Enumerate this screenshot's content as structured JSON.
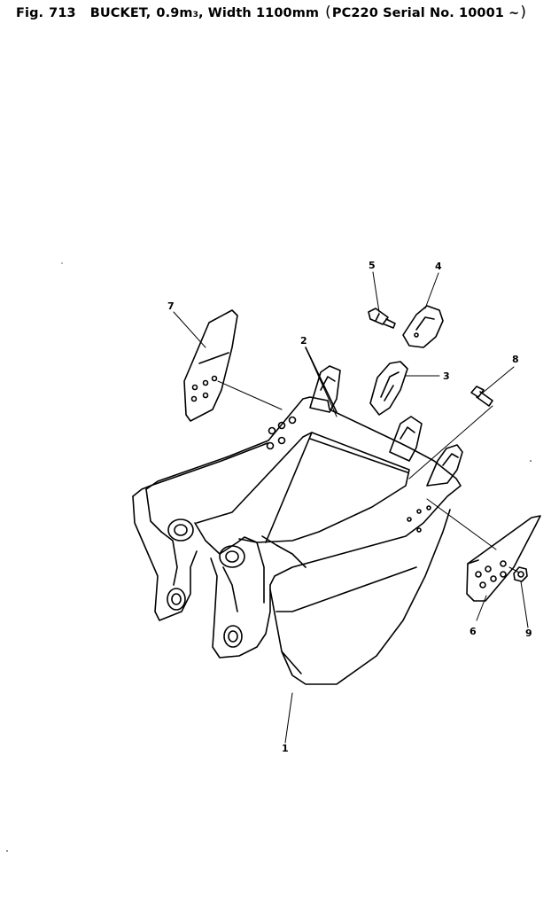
{
  "header": {
    "fig_label": "Fig.",
    "fig_number": "713",
    "part_name": "BUCKET,",
    "capacity": "0.9m",
    "capacity_exp": "3",
    "width_text": ", Width 1100mm",
    "serial_text": "PC220 Serial No. 10001 ~"
  },
  "callouts": [
    {
      "id": "1",
      "label": "1"
    },
    {
      "id": "2",
      "label": "2"
    },
    {
      "id": "3",
      "label": "3"
    },
    {
      "id": "4",
      "label": "4"
    },
    {
      "id": "5",
      "label": "5"
    },
    {
      "id": "6",
      "label": "6"
    },
    {
      "id": "7",
      "label": "7"
    },
    {
      "id": "8",
      "label": "8"
    },
    {
      "id": "9",
      "label": "9"
    }
  ],
  "colors": {
    "ink": "#000000",
    "paper": "#ffffff"
  }
}
